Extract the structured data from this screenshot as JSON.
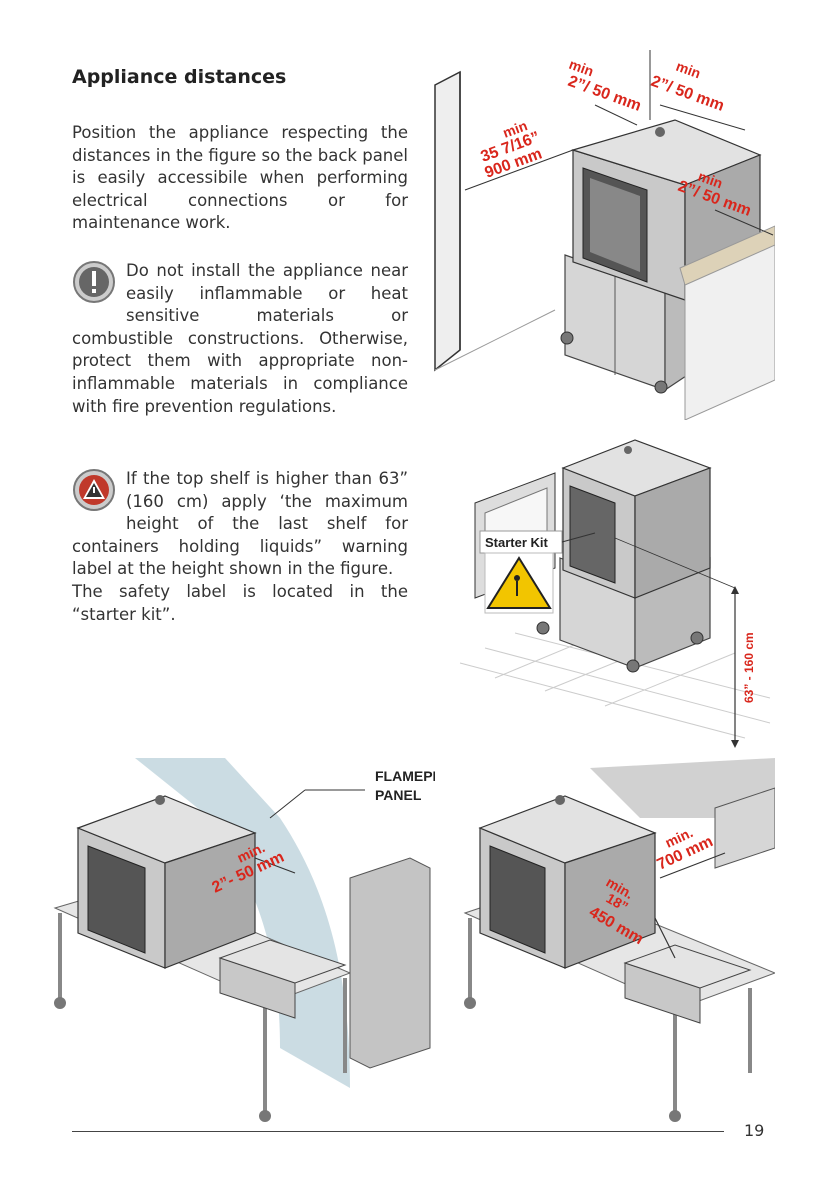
{
  "heading": "Appliance distances",
  "paragraph1": "Position the appliance respecting the distances in the figure so the back panel is easily accessibile when performing electrical connections or for maintenance work.",
  "warning1": "Do not install the appliance near easily inflammable or heat sensitive materials or combustible constructions. Otherwise, protect them with appropriate non-inflammable materials in compliance with fire prevention regulations.",
  "warning2_line1": "If the top shelf is higher than 63” (160 cm) apply ‘the maximum height of the last shelf for containers holding liquids” warning label at the height shown in the figure.",
  "warning2_line2": "The safety label is located in the “starter kit”.",
  "figure1": {
    "top_left_min": "min",
    "top_left_val": "2”/ 50 mm",
    "top_right_min": "min",
    "top_right_val": "2”/ 50 mm",
    "back_min": "min",
    "back_in": "35 7/16”",
    "back_mm": "900 mm",
    "side_min": "min",
    "side_val": "2”/ 50 mm"
  },
  "figure2": {
    "kit_label": "Starter Kit",
    "height_label": "63” - 160 cm"
  },
  "figure3": {
    "panel_line1": "FLAMEPROOF",
    "panel_line2": "PANEL",
    "min": "min.",
    "val": "2”- 50 mm"
  },
  "figure4": {
    "far_min": "min.",
    "far_val": "700 mm",
    "near_min": "min.",
    "near_in": "18”",
    "near_mm": "450 mm"
  },
  "page_number": "19",
  "colors": {
    "accent_red": "#d9261c",
    "warning_yellow": "#f2c500"
  }
}
